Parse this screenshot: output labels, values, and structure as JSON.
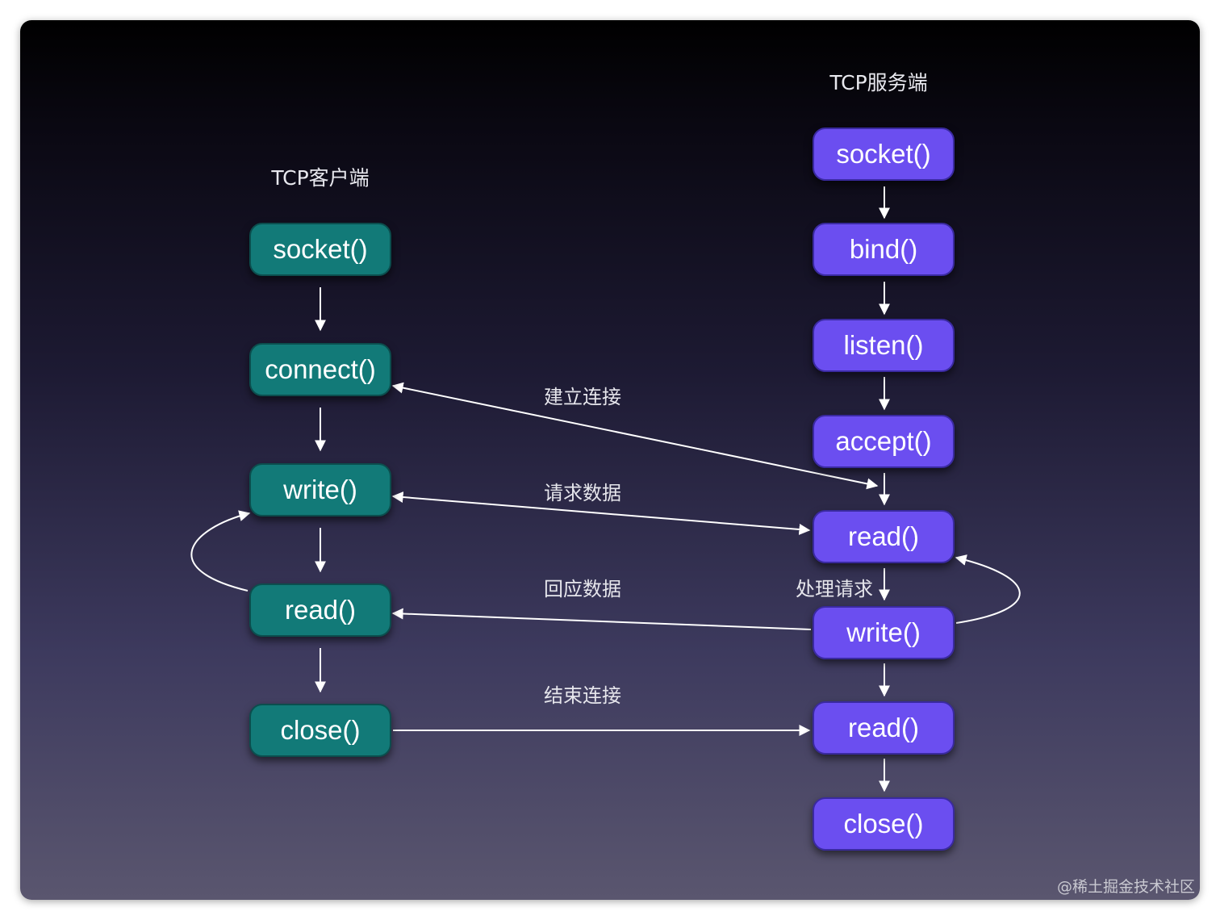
{
  "colors": {
    "client_box": "#127a78",
    "server_box": "#6b4ef0",
    "arrow": "#ffffff"
  },
  "client": {
    "title": "TCP客户端",
    "steps": [
      "socket()",
      "connect()",
      "write()",
      "read()",
      "close()"
    ]
  },
  "server": {
    "title": "TCP服务端",
    "steps": [
      "socket()",
      "bind()",
      "listen()",
      "accept()",
      "read()",
      "write()",
      "read()",
      "close()"
    ]
  },
  "edges": {
    "establish": "建立连接",
    "request": "请求数据",
    "response": "回应数据",
    "finish": "结束连接",
    "process": "处理请求"
  },
  "watermark": "@稀土掘金技术社区"
}
